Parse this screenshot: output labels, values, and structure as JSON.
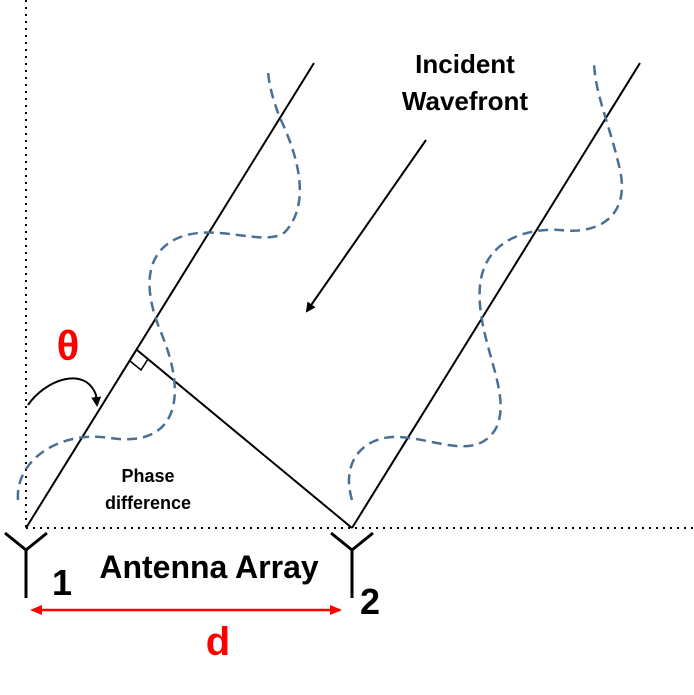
{
  "labels": {
    "incident_line1": "Incident",
    "incident_line2": "Wavefront",
    "theta": "θ",
    "phase_line1": "Phase",
    "phase_line2": "difference",
    "array": "Antenna Array",
    "antenna1": "1",
    "antenna2": "2",
    "distance": "d"
  },
  "colors": {
    "line": "#000000",
    "wave": "#4a6f94",
    "accent": "#ff0000"
  }
}
